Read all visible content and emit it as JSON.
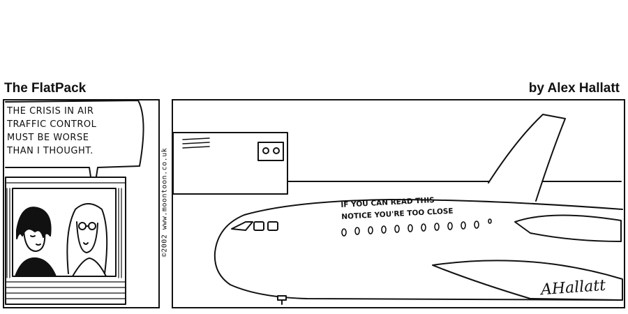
{
  "comic": {
    "title": "The FlatPack",
    "byline": "by Alex Hallatt",
    "copyright": "©2002 www.moontoon.co.uk",
    "balloon": {
      "lines": [
        "THE CRISIS IN AIR",
        "TRAFFIC CONTROL",
        "MUST BE WORSE",
        "THAN I THOUGHT."
      ]
    },
    "plane_notice": {
      "lines": [
        "IF YOU CAN READ THIS",
        "NOTICE YOU'RE TOO CLOSE"
      ]
    },
    "signature": "AHallatt"
  }
}
